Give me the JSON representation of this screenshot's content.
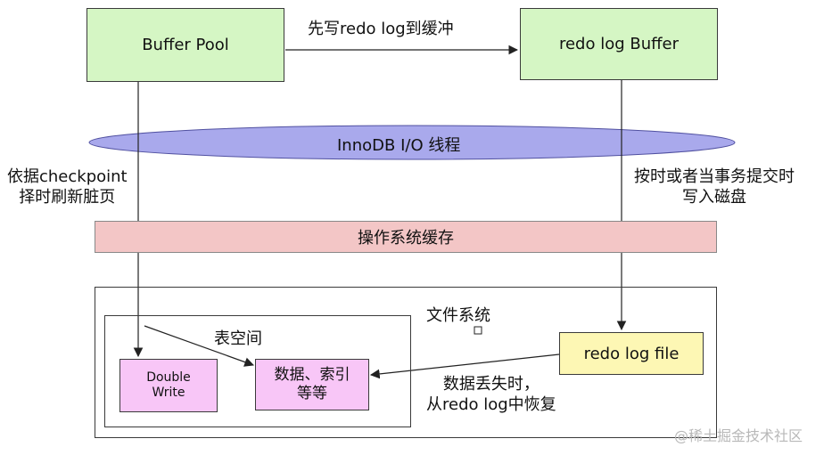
{
  "nodes": {
    "buffer_pool": "Buffer Pool",
    "redo_log_buffer": "redo log Buffer",
    "innodb_io_thread": "InnoDB I/O 线程",
    "os_cache": "操作系统缓存",
    "file_system": "文件系统",
    "tablespace": "表空间",
    "double_write": [
      "Double",
      "Write"
    ],
    "data_index": [
      "数据、索引",
      "等等"
    ],
    "redo_log_file": "redo log file"
  },
  "edges": {
    "write_redo_to_buffer": "先写redo log到缓冲",
    "checkpoint_flush": [
      "依据checkpoint",
      "择时刷新脏页"
    ],
    "commit_write_disk": [
      "按时或者当事务提交时",
      "写入磁盘"
    ],
    "recover_on_loss": [
      "数据丢失时，",
      "从redo log中恢复"
    ]
  },
  "watermark": "@稀土掘金技术社区",
  "colors": {
    "green_box": "#d5f6c4",
    "ellipse": "#a9a9ec",
    "os_cache": "#f3c6c6",
    "redo_log_file": "#fdf7b4",
    "magenta_box": "#f8c6f7"
  }
}
